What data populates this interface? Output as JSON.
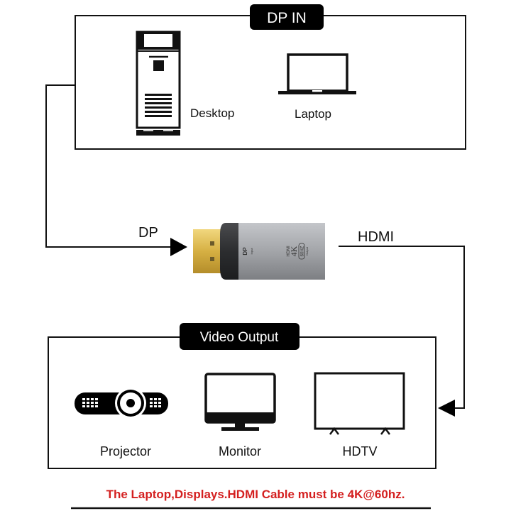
{
  "sections": {
    "input": {
      "title": "DP IN",
      "devices": [
        {
          "label": "Desktop",
          "icon": "desktop-tower-icon"
        },
        {
          "label": "Laptop",
          "icon": "laptop-icon"
        }
      ]
    },
    "output": {
      "title": "Video Output",
      "devices": [
        {
          "label": "Projector",
          "icon": "projector-icon"
        },
        {
          "label": "Monitor",
          "icon": "monitor-icon"
        },
        {
          "label": "HDTV",
          "icon": "tv-icon"
        }
      ]
    }
  },
  "adapter": {
    "input_label": "DP",
    "input_sub": "Input",
    "output_label": "HDMI",
    "output_res": "4K",
    "output_rate": "60HZ",
    "output_sub": "Output"
  },
  "connections": {
    "in_label": "DP",
    "out_label": "HDMI"
  },
  "footer_note": "The Laptop,Displays.HDMI Cable must be 4K@60hz.",
  "colors": {
    "note": "#d42020",
    "lines": "#111111",
    "adapter_body": "#a7a9ad",
    "adapter_gold": "#d9b74a"
  }
}
